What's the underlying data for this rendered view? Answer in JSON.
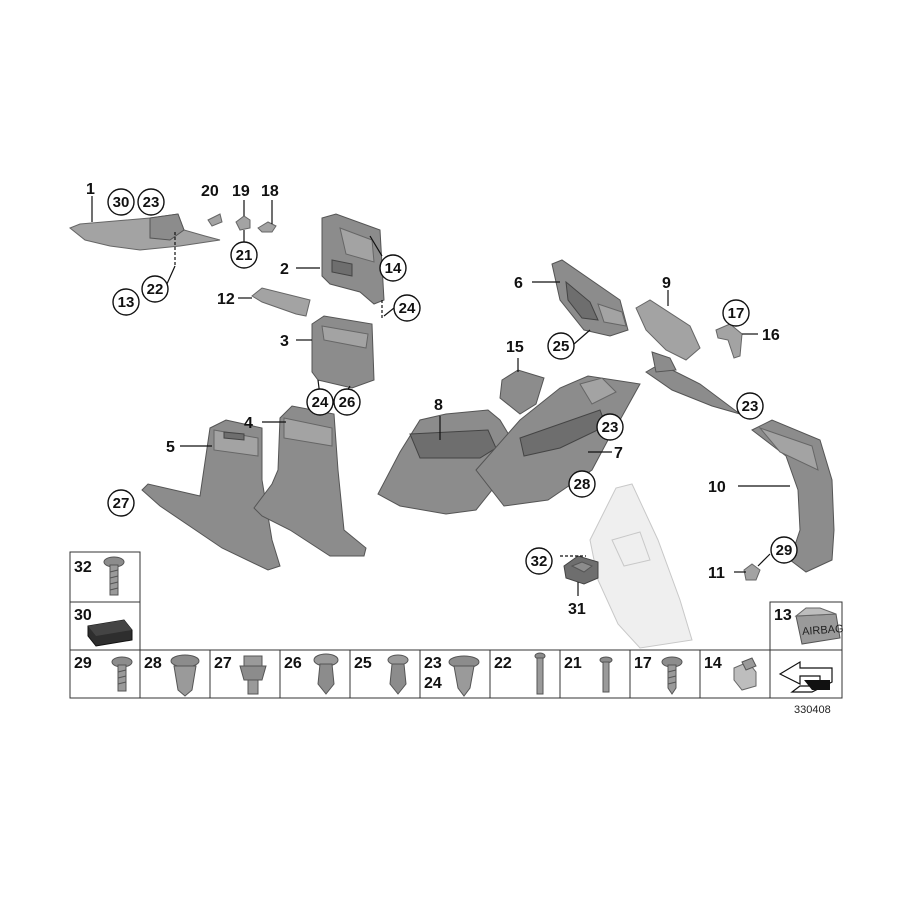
{
  "diagram": {
    "reference_number": "330408",
    "callouts": {
      "c1": "1",
      "c30a": "30",
      "c23a": "23",
      "c20": "20",
      "c19": "19",
      "c18": "18",
      "c21": "21",
      "c13a": "13",
      "c22a": "22",
      "c2": "2",
      "c14a": "14",
      "c12": "12",
      "c24a": "24",
      "c3": "3",
      "c24b": "24",
      "c26": "26",
      "c4": "4",
      "c5": "5",
      "c27": "27",
      "c6": "6",
      "c25": "25",
      "c15": "15",
      "c8": "8",
      "c23b": "23",
      "c7": "7",
      "c28": "28",
      "c9": "9",
      "c17": "17",
      "c16": "16",
      "c23c": "23",
      "c10": "10",
      "c29": "29",
      "c11": "11",
      "c32": "32",
      "c31": "31"
    },
    "hardware_grid": {
      "cell_32": "32",
      "cell_30": "30",
      "cell_13": "13",
      "cell_13_text": "AIRBAG",
      "bottom_row": [
        "29",
        "28",
        "27",
        "26",
        "25",
        "23",
        "22",
        "21",
        "17",
        "14"
      ],
      "cell_24": "24"
    }
  }
}
